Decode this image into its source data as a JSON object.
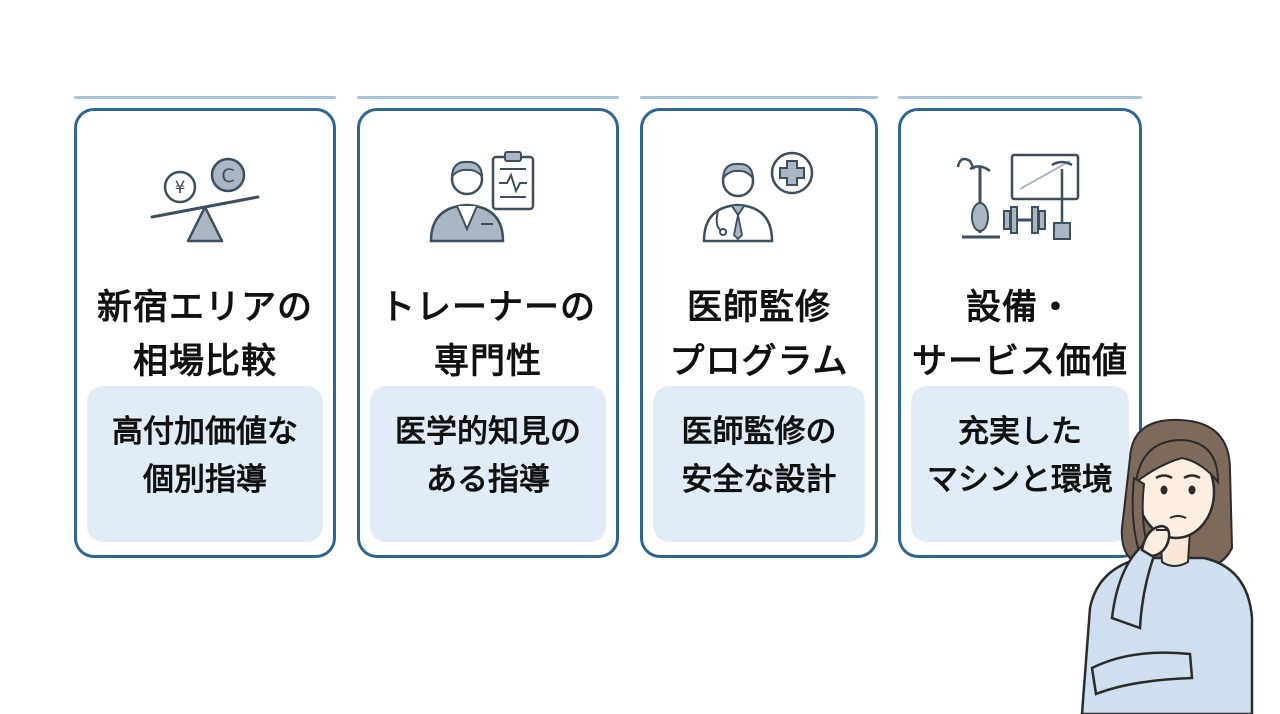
{
  "cards": [
    {
      "title_line1": "新宿エリアの",
      "title_line2": "相場比較",
      "desc_line1": "高付加価値な",
      "desc_line2": "個別指導",
      "icon": "price-scale-icon",
      "coin_left": "¥",
      "coin_right": "C"
    },
    {
      "title_line1": "トレーナーの",
      "title_line2": "専門性",
      "desc_line1": "医学的知見の",
      "desc_line2": "ある指導",
      "icon": "trainer-clipboard-icon"
    },
    {
      "title_line1": "医師監修",
      "title_line2": "プログラム",
      "desc_line1": "医師監修の",
      "desc_line2": "安全な設計",
      "icon": "doctor-medical-cross-icon"
    },
    {
      "title_line1": "設備・",
      "title_line2": "サービス価値",
      "desc_line1": "充実した",
      "desc_line2": "マシンと環境",
      "icon": "gym-equipment-icon"
    }
  ],
  "colors": {
    "card_border": "#2f6591",
    "top_line": "#a9c4dc",
    "inner_bg": "#e1ecf7",
    "icon_stroke": "#3d4f5f",
    "icon_fill": "#aab7c3"
  },
  "figure": "thinking-woman-illustration"
}
